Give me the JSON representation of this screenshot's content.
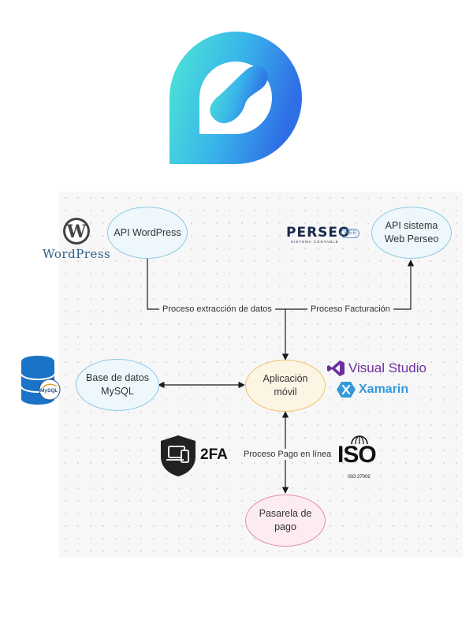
{
  "nodes": {
    "api_wordpress": "API WordPress",
    "api_perseo": "API sistema Web Perseo",
    "mysql": "Base de datos MySQL",
    "app": "Aplicación móvil",
    "pasarela": "Pasarela de pago"
  },
  "edges": {
    "extraccion": "Proceso extracción de datos",
    "facturacion": "Proceso Facturación",
    "pago": "Proceso Pago en línea"
  },
  "brands": {
    "wordpress": "WordPress",
    "perseo": "PERSEO",
    "perseo_sub": "SISTEMA CONTABLE",
    "perseo_web": "WEB",
    "mysql": "MySQL",
    "visual_studio": "Visual Studio",
    "xamarin": "Xamarin",
    "tfa": "2FA",
    "iso": "ISO",
    "iso_sub": "ISO 27002"
  },
  "colors": {
    "node_blue_border": "#8cc9e6",
    "node_orange_border": "#f0c36a",
    "node_pink_border": "#e58bb2",
    "logo_start": "#4de9d4",
    "logo_end": "#2f6fe6"
  }
}
